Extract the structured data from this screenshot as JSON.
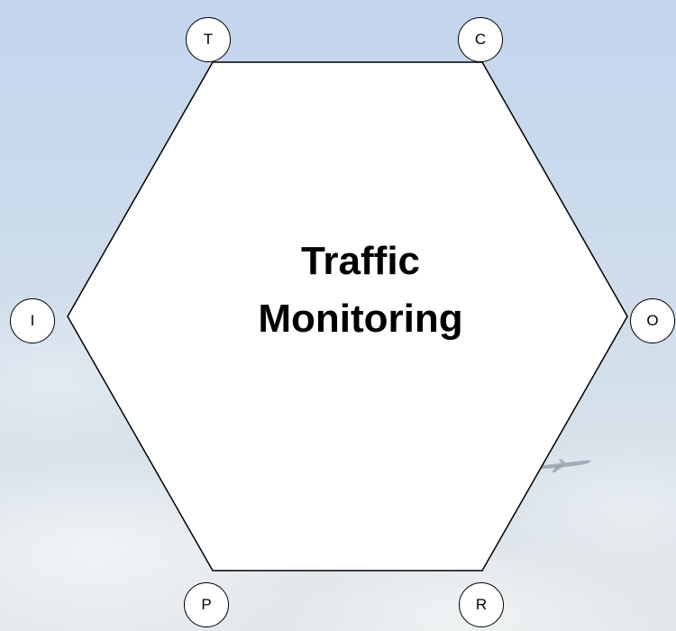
{
  "diagram": {
    "center_title_line1": "Traffic",
    "center_title_line2": "Monitoring",
    "nodes": {
      "top_left": "T",
      "top_right": "C",
      "left": "I",
      "right": "O",
      "bottom_left": "P",
      "bottom_right": "R"
    }
  },
  "colors": {
    "sky_top": "#c3d5ee",
    "sky_bottom": "#e4e8ea",
    "hexagon_fill": "#ffffff",
    "stroke": "#000000",
    "text": "#000000"
  },
  "background": {
    "scene": "sky",
    "decoration_icon": "airplane-icon"
  }
}
